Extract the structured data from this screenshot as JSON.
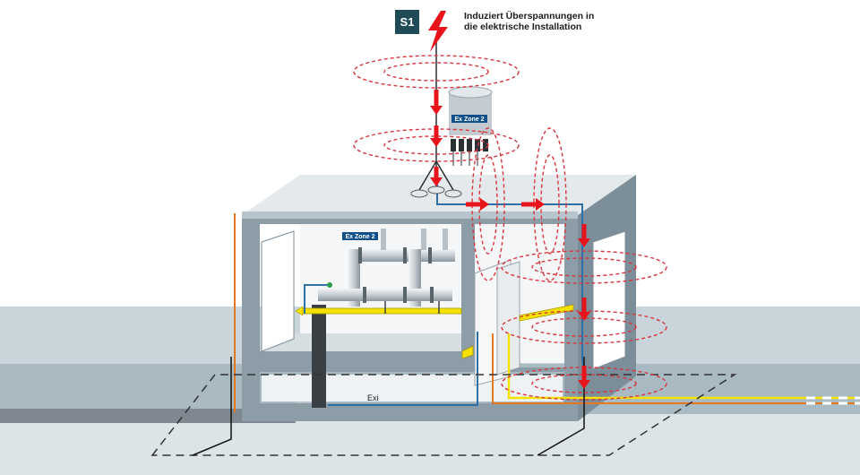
{
  "header": {
    "badge": "S1",
    "caption_line1": "Induziert Überspannungen in",
    "caption_line2": "die elektrische Installation"
  },
  "labels": {
    "zone_tank": "Ex Zone 2",
    "zone_room": "Ex Zone 2",
    "exi": "Exi"
  },
  "colors": {
    "lightning": "#e8141c",
    "field_rings": "#d9363e",
    "building": "#8797a2",
    "building_top": "#dfe5e9",
    "ground_dark": "#9fb0b9",
    "ground_light": "#c9d5db",
    "badge": "#1f4b57",
    "zone_label": "#0f4f8a",
    "cable_blue": "#2f6fa8",
    "cable_yellow": "#f5e200",
    "cable_orange": "#e3781f"
  },
  "icons": {
    "lightning": "lightning-bolt-icon",
    "arrow": "current-flow-arrow-icon"
  }
}
